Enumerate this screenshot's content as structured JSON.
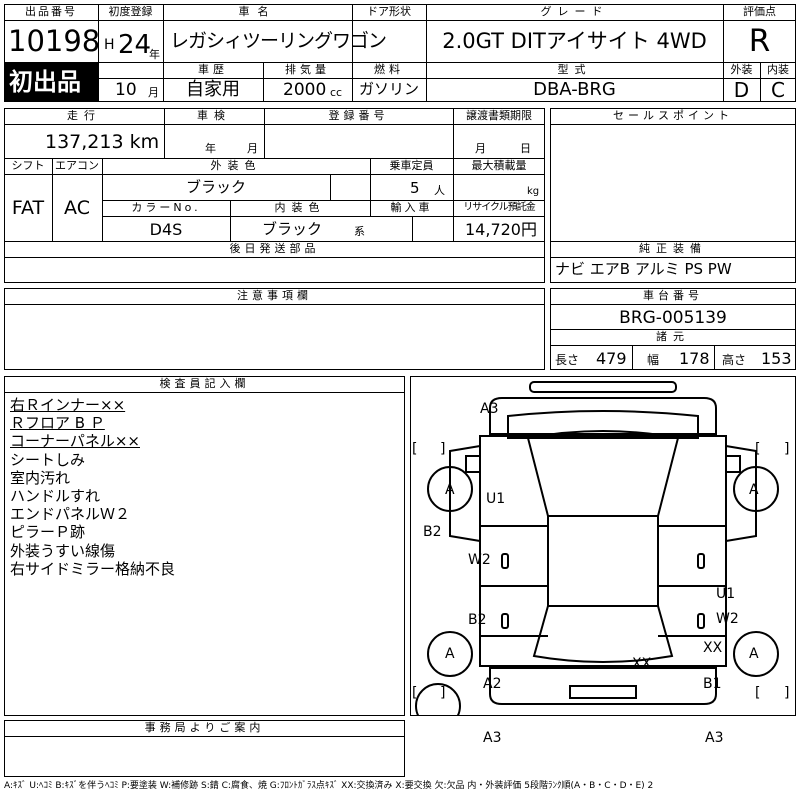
{
  "lot": {
    "label": "出品番号",
    "number": "10198",
    "first_badge": "初出品"
  },
  "registration": {
    "label": "初度登録",
    "era": "H",
    "year": "24",
    "year_unit": "年",
    "month": "10",
    "month_unit": "月"
  },
  "car_name": {
    "label": "車名",
    "value": "レガシィツーリングワゴン"
  },
  "door": {
    "label": "ドア形状",
    "value": ""
  },
  "grade": {
    "label": "グレード",
    "value": "2.0GT DITアイサイト 4WD"
  },
  "score": {
    "label": "評価点",
    "value": "R",
    "exterior_label": "外装",
    "exterior": "D",
    "interior_label": "内装",
    "interior": "C"
  },
  "history": {
    "label": "車歴",
    "value": "自家用"
  },
  "displacement": {
    "label": "排気量",
    "value": "2000",
    "unit": "cc"
  },
  "fuel": {
    "label": "燃料",
    "value": "ガソリン"
  },
  "model": {
    "label": "型式",
    "value": "DBA-BRG"
  },
  "mileage": {
    "label": "走行",
    "value": "137,213 km"
  },
  "inspection": {
    "label": "車検",
    "year_unit": "年",
    "month_unit": "月"
  },
  "plate": {
    "label": "登録番号",
    "value": ""
  },
  "transfer_doc": {
    "label": "譲渡書類期限",
    "month_unit": "月",
    "day_unit": "日"
  },
  "shift": {
    "label": "シフト",
    "value": "FAT"
  },
  "aircon": {
    "label": "エアコン",
    "value": "AC"
  },
  "ext_color": {
    "label": "外装色",
    "value": "ブラック"
  },
  "capacity": {
    "label": "乗車定員",
    "value": "5",
    "unit": "人"
  },
  "max_load": {
    "label": "最大積載量",
    "unit": "kg"
  },
  "color_no": {
    "label": "カラーNo.",
    "value": "D4S"
  },
  "int_color": {
    "label": "内装色",
    "value": "ブラック",
    "suffix": "系"
  },
  "import": {
    "label": "輸入車"
  },
  "recycle": {
    "label": "リサイクル預託金",
    "value": "14,720円"
  },
  "sales_point": {
    "label": "セールスポイント"
  },
  "later_parts": {
    "label": "後日発送部品"
  },
  "equipment": {
    "label": "純正装備",
    "value": "ナビ エアB アルミ PS PW"
  },
  "notes": {
    "label": "注意事項欄"
  },
  "chassis": {
    "label": "車台番号",
    "value": "BRG-005139"
  },
  "specs": {
    "label": "諸元",
    "length_label": "長さ",
    "length": "479",
    "width_label": "幅",
    "width": "178",
    "height_label": "高さ",
    "height": "153"
  },
  "inspector": {
    "label": "検査員記入欄",
    "lines": [
      {
        "text": "右Ｒインナー××",
        "underline": true
      },
      {
        "text": "Ｒフロア B Ｐ",
        "underline": true
      },
      {
        "text": "コーナーパネル××",
        "underline": true
      },
      {
        "text": "シートしみ",
        "underline": false
      },
      {
        "text": "室内汚れ",
        "underline": false
      },
      {
        "text": "ハンドルすれ",
        "underline": false
      },
      {
        "text": "エンドパネルＷ２",
        "underline": false
      },
      {
        "text": "ピラーＰ跡",
        "underline": false
      },
      {
        "text": "外装うすい線傷",
        "underline": false
      },
      {
        "text": "右サイドミラー格納不良",
        "underline": false
      }
    ]
  },
  "diagram_marks": [
    {
      "id": "a3-top",
      "text": "A3"
    },
    {
      "id": "u1-left",
      "text": "U1"
    },
    {
      "id": "a-left-front",
      "text": "A"
    },
    {
      "id": "a-right-front",
      "text": "A"
    },
    {
      "id": "b2-left",
      "text": "B2"
    },
    {
      "id": "w2-left",
      "text": "W2"
    },
    {
      "id": "b2-lower",
      "text": "B2"
    },
    {
      "id": "u1-right",
      "text": "U1"
    },
    {
      "id": "w2-right",
      "text": "W2"
    },
    {
      "id": "xx-right",
      "text": "XX"
    },
    {
      "id": "xx-center",
      "text": "XX"
    },
    {
      "id": "a-left-rear",
      "text": "A"
    },
    {
      "id": "a-right-rear",
      "text": "A"
    },
    {
      "id": "a2-left",
      "text": "A2"
    },
    {
      "id": "b1-right",
      "text": "B1"
    },
    {
      "id": "a3-bottom-left",
      "text": "A3"
    },
    {
      "id": "a3-bottom-right",
      "text": "A3"
    }
  ],
  "bracket_open": "[",
  "bracket_close": "]",
  "office": {
    "label": "事務局よりご案内"
  },
  "legend": "A:ｷｽﾞ U:ﾍｺﾐ B:ｷｽﾞを伴うﾍｺﾐ P:要塗装 W:補修跡 S:錆 C:腐食、焼 G:ﾌﾛﾝﾄｶﾞﾗｽ点ｷｽﾞ XX:交換済み X:要交換 欠:欠品 内・外装評価 5段階ﾗﾝｸ順(A・B・C・D・E) 2"
}
